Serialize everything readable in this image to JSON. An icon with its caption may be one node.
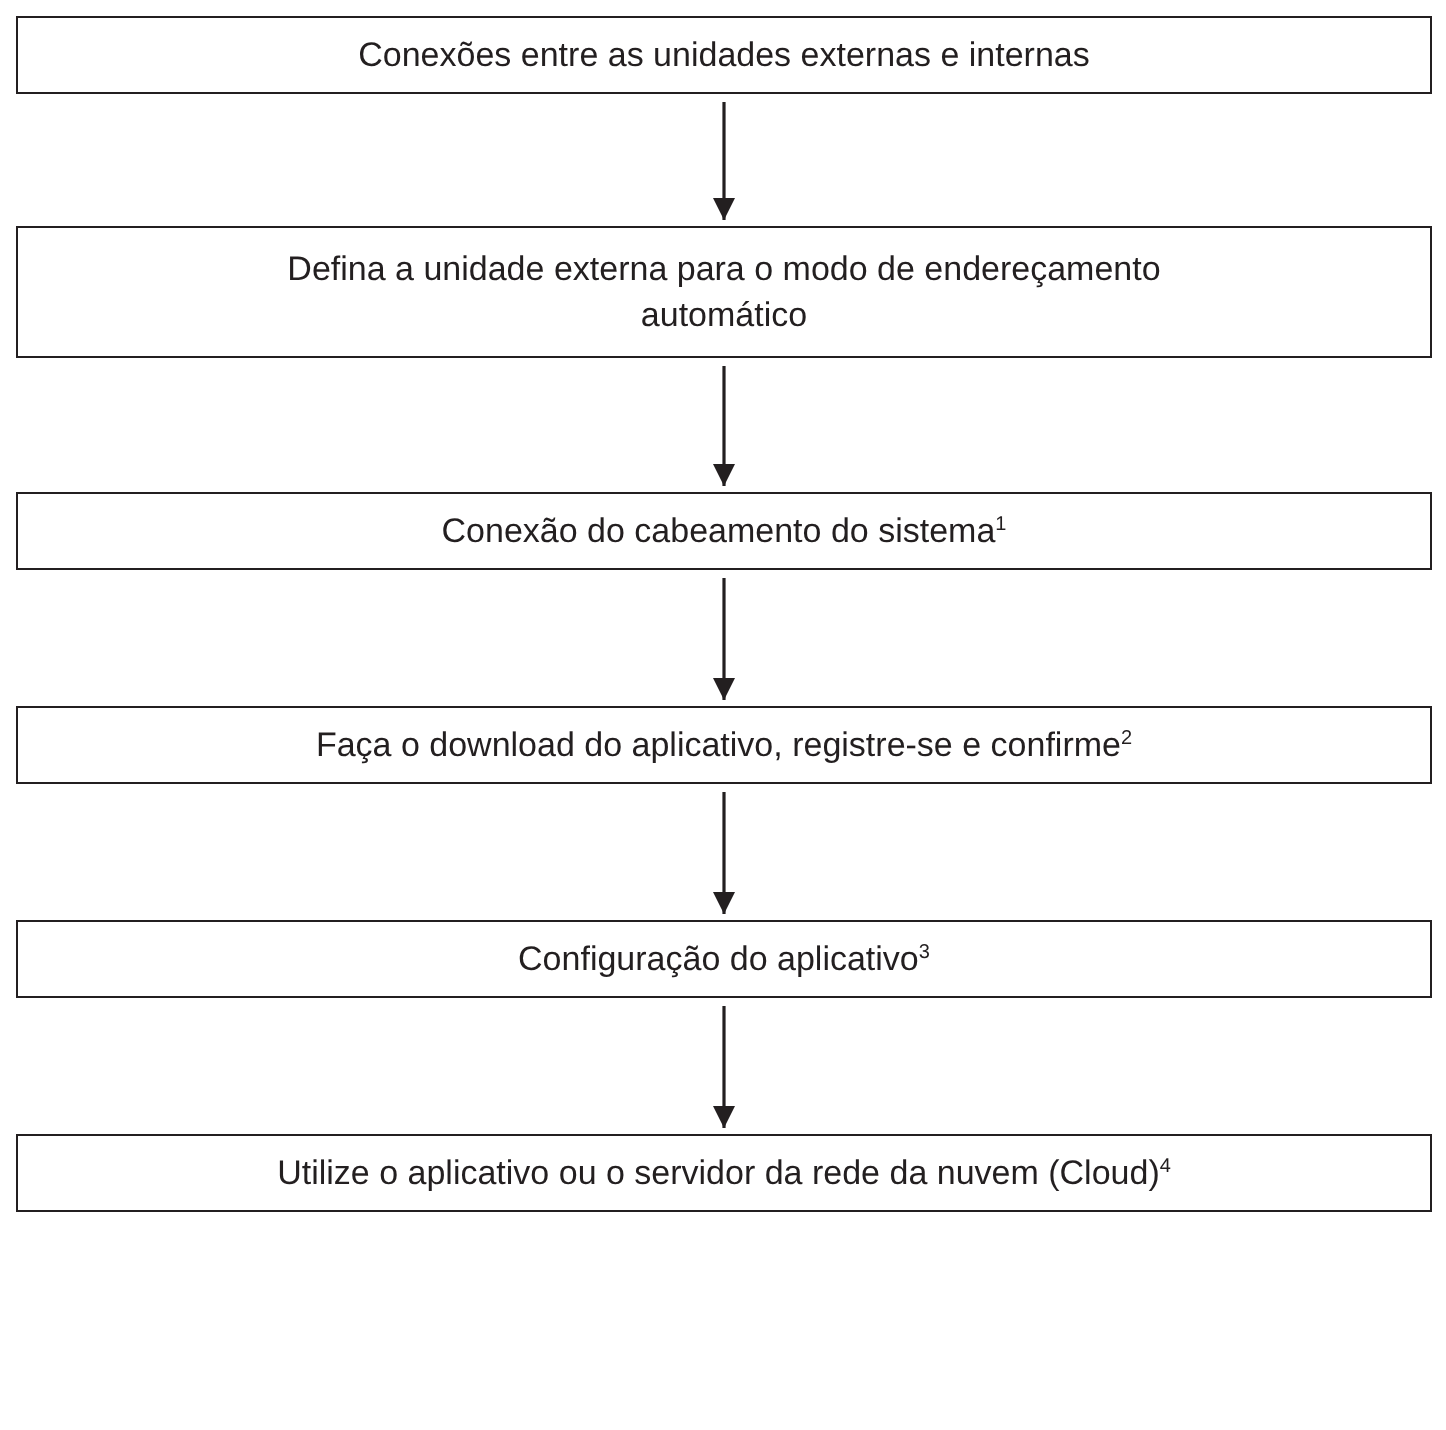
{
  "diagram": {
    "nodes": [
      {
        "text": [
          "Conexões entre as unidades externas e internas"
        ]
      },
      {
        "text": [
          "Defina a unidade externa para o modo de endereçamento automático"
        ]
      },
      {
        "text": [
          "Conexão do cabeamento do sistema$^{1}$"
        ]
      },
      {
        "text": [
          "Faça o download do aplicativo, registre-se e confirme$^{2}$"
        ]
      },
      {
        "text": [
          "Configuração do aplicativo$^{3}$"
        ]
      },
      {
        "text": [
          "Utilize o aplicativo ou o servidor da rede da nuvem (Cloud)$^{4}$"
        ]
      }
    ],
    "edges": [
      {
        "from": 0,
        "to": 1,
        "arrow": "to"
      },
      {
        "from": 1,
        "to": 2,
        "arrow": "to"
      },
      {
        "from": 2,
        "to": 3,
        "arrow": "to"
      },
      {
        "from": 3,
        "to": 4,
        "arrow": "to"
      },
      {
        "from": 4,
        "to": 5,
        "arrow": "to"
      }
    ]
  }
}
